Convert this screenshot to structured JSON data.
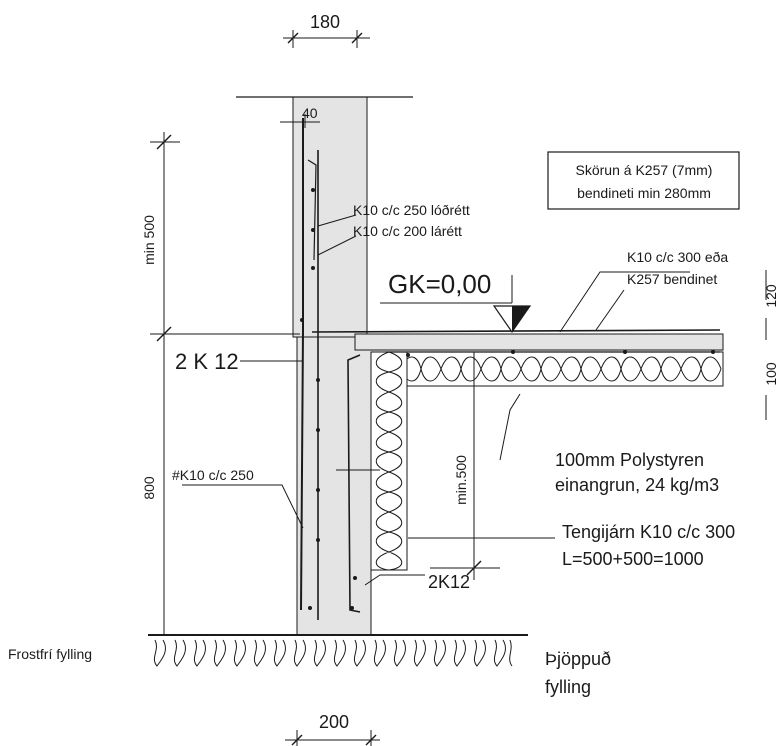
{
  "dimensions": {
    "top_wall": "180",
    "cover": "40",
    "min_500": "min 500",
    "h_800": "800",
    "bottom_footing": "200",
    "min500_insulation": "min.500",
    "slab_thickness": "120",
    "insulation_thickness": "100"
  },
  "labels": {
    "note_line1": "Skörun á K257 (7mm)",
    "note_line2": "bendineti min 280mm",
    "rebar_vertical": "K10 c/c 250 lóðrétt",
    "rebar_horizontal": "K10 c/c 200 lárétt",
    "slab_rebar_line1": "K10 c/c 300 eða",
    "slab_rebar_line2": "K257 bendinet",
    "gk_level": "GK=0,00",
    "two_k12_left": "2 K 12",
    "footing_rebar": "#K10 c/c 250",
    "insulation_line1": "100mm Polystyren",
    "insulation_line2": "einangrun, 24 kg/m3",
    "tie_bars_line1": "Tengijárn K10 c/c 300",
    "tie_bars_line2": "L=500+500=1000",
    "two_k12_bottom": "2K12",
    "frost_free_fill": "Frostfrí fylling",
    "compacted_fill_line1": "Þjöppuð",
    "compacted_fill_line2": "fylling"
  },
  "colors": {
    "concrete": "#e4e4e4",
    "ink": "#1a1a1a"
  }
}
